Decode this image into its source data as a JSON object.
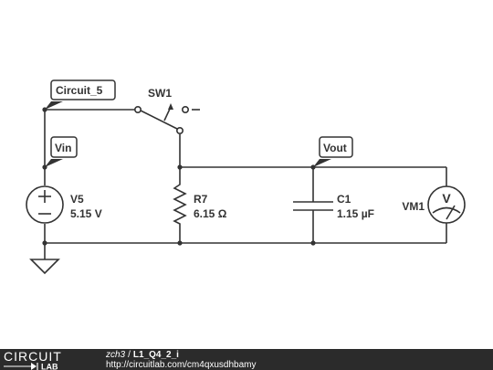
{
  "nodes": {
    "circuit5": "Circuit_5",
    "vin": "Vin",
    "vout": "Vout"
  },
  "components": {
    "switch": {
      "name": "SW1"
    },
    "source": {
      "name": "V5",
      "value": "5.15 V"
    },
    "resistor": {
      "name": "R7",
      "value": "6.15 Ω"
    },
    "capacitor": {
      "name": "C1",
      "value": "1.15 µF"
    },
    "meter": {
      "name": "VM1",
      "symbol": "V"
    }
  },
  "footer": {
    "logo_top": "CIRCUIT",
    "logo_bottom": "LAB",
    "user": "zch3",
    "separator": "/",
    "circuit_name": "L1_Q4_2_i",
    "url": "http://circuitlab.com/cm4qxusdhbamy"
  },
  "colors": {
    "wire": "#333333",
    "footer_bg": "#2b2b2b",
    "footer_text": "#ffffff"
  }
}
